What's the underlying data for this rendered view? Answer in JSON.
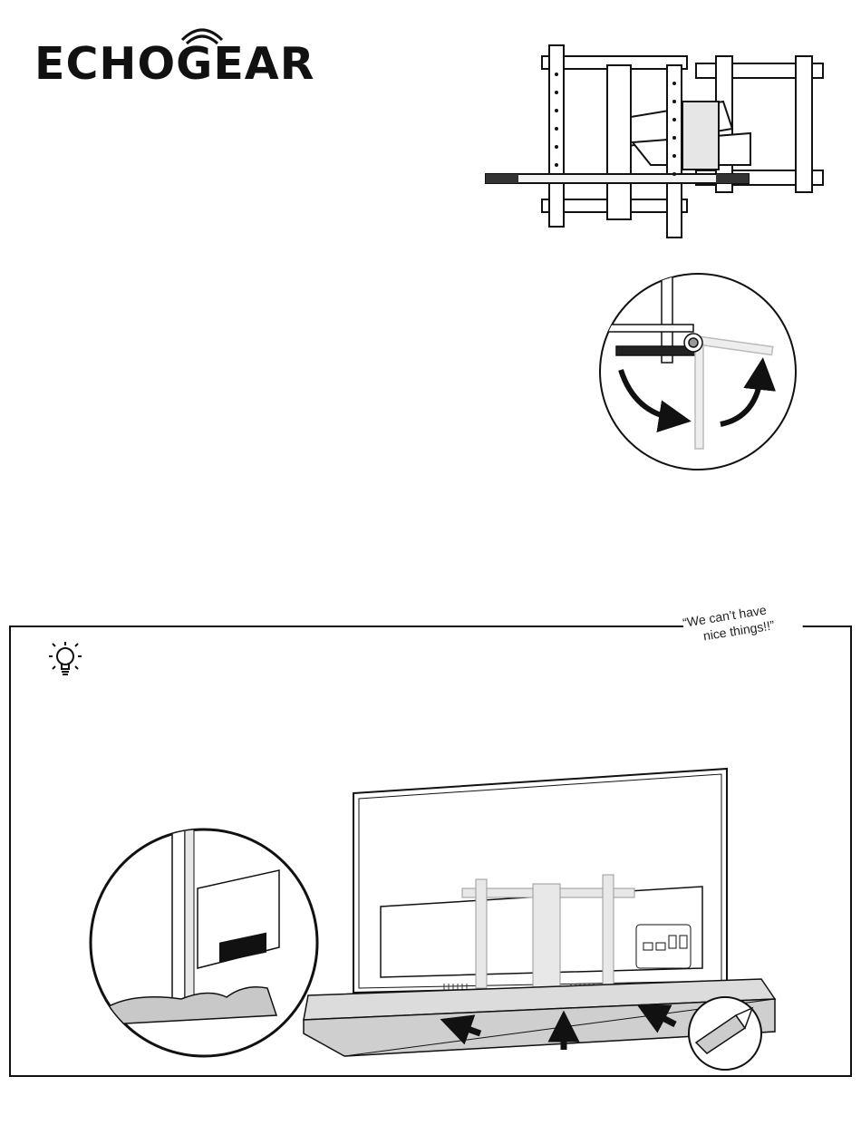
{
  "brand": {
    "logo_text": "ECHOGEAR"
  },
  "tip": {
    "quote_line1": "“We can’t have",
    "quote_line2": "nice things!!”"
  },
  "icons": {
    "tip": "lightbulb-icon",
    "rotation_arrows": "curved-arrow-icon",
    "push_arrows": "arrow-icon",
    "cutter": "box-cutter-icon"
  },
  "colors": {
    "ink": "#111111",
    "gray_fill": "#c8c8c8",
    "light_gray": "#e6e6e6",
    "foam": "#d0d0d0"
  }
}
